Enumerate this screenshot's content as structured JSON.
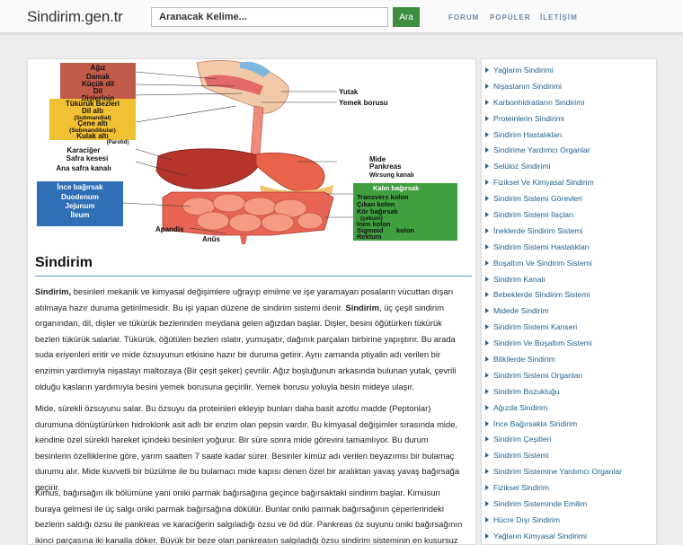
{
  "header": {
    "logo": "Sindirim.gen.tr",
    "search_placeholder": "Aranacak Kelime...",
    "search_button": "Ara",
    "nav": [
      "FORUM",
      "POPÜLER",
      "İLETİŞİM"
    ]
  },
  "diagram": {
    "labels_left": [
      "Ağız",
      "Damak",
      "Küçük dil",
      "Dil",
      "Dişlerinin",
      "Tükürük Bezleri",
      "Dil altı",
      "(Submandial)",
      "Çene altı",
      "(Submandibular)",
      "Kulak altı",
      "(Parotid)",
      "Karaciğer",
      "Safra kesesi",
      "Ana safra kanalı",
      "İnce bağırsak",
      "Duodenum",
      "Jejunum",
      "İleum"
    ],
    "labels_right": [
      "Yutak",
      "Yemek borusu",
      "Mide",
      "Pankreas",
      "Wirsung kanalı",
      "Kalın bağırsak",
      "Transvers kolon",
      "Çıkan kolon",
      "Kör bağırsak",
      "(çekum)",
      "İnen kolon",
      "Sigmoid",
      "kolon",
      "Rektum"
    ],
    "labels_bottom": [
      "Apandis",
      "Anüs"
    ]
  },
  "article": {
    "title": "Sindirim",
    "p1_lead": "Sindirim,",
    "p1_a": " besinleri mekanik ve kimyasal değişimlere uğrayıp emilme ve işe yaramayan posaların vücuttan dışarı atılmaya hazır duruma getirilmesidir. Bu işi yapan düzene de sindirim sistemi denir. ",
    "p1_bold": "Sindirim",
    "p1_b": ", üç çeşit sindirim organından, dil, dişler ve tükürük bezlerinden meydana gelen ağızdan başlar. Dişler, besini öğütürken tükürük bezleri tükürük salarlar. Tükürük, öğütülen bezleri ıslatır, yumuşatır, dağınık parçaları birbirine yapıştırır. Bu arada suda eriyenleri eritir ve mide özsuyunun etkisine hazır bir duruma getirir. Aynı zamanda ptiyalin adı verilen bir enzimin yardımıyla nişastayı maltozaya (Bir çeşit şeker) çevrilir. Ağız boşluğunun arkasında bulunan yutak, çevrili olduğu kasların yardımıyla besini yemek borusuna geçirilir. Yemek borusu yoluyla besin mideye ulaşır.",
    "p2": "Mide, sürekli özsuyunu salar. Bu özsuyu da proteinleri ekleyip bunları daha basit azotlu madde (Peptonlar) durumuna dönüştürürken hidroklorik asit adlı bir enzim olan pepsin vardır. Bu kimyasal değişimler sırasında mide, kendine özel sürekli hareket içindeki besinleri yoğurur. Bir süre sonra mide görevini tamamlıyor. Bu durum besinlerin özelliklerine göre, yarım saatten 7 saate kadar sürer. Besinler kimüz adı verilen beyazımsı bir bulamaç durumu alır. Mide kuvvetli bir büzülme ile bu bulamacı mide kapısı denen özel bir aralıktan yavaş yavaş bağırsağa geçirir.",
    "p3": "Kimus, bağırsağın ilk bölümüne yani oniki parmak bağırsağına geçince bağırsaktaki sindirim başlar. Kimusun buraya gelmesi ile üç salgı oniki parmak bağırsağına dökülür. Bunlar oniki parmak bağırsağının çeperlerindeki bezlerin saldığı özsu ile pankreas ve karaciğerin salgıladığı özsu ve öd dür. Pankreas öz suyunu oniki bağırsağının ikinci parçasına iki kanalla döker. Büyük bir beze olan pankreasın salgıladığı özsu sindirim sisteminin en kusursuz"
  },
  "sidebar": {
    "links": [
      "Yağların Sindirimi",
      "Nişastanın Sindirimi",
      "Karbonhidratların Sindirimi",
      "Proteinlerin Sindirimi",
      "Sindirim Hastalıkları",
      "Sindirime Yardımcı Organlar",
      "Selüloz Sindirimi",
      "Fiziksel Ve Kimyasal Sindirim",
      "Sindirim Sistemi Görevleri",
      "Sindirim Sistemi İlaçları",
      "İneklerde Sindirim Sistemi",
      "Sindirim Sistemi Hastalıkları",
      "Boşaltım Ve Sindirim Sistemi",
      "Sindirim Kanalı",
      "Bebeklerde Sindirim Sistemi",
      "Midede Sindirim",
      "Sindirim Sistemi Kanseri",
      "Sindirim Ve Boşaltım Sistemi",
      "Bitkilerde Sindirim",
      "Sindirim Sistemi Organları",
      "Sindirim Bozukluğu",
      "Ağızda Sindirim",
      "İnce Bağırsakta Sindirim",
      "Sindirim Çeşitleri",
      "Sindirim Sistemi",
      "Sindirim Sistemine Yardımcı Organlar",
      "Fiziksel Sindirim",
      "Sindirim Sisteminde Emilim",
      "Hücre Dışı Sindirim",
      "Yağların Kimyasal Sindirimi"
    ]
  },
  "colors": {
    "accent": "#3e8e41",
    "link": "#245f8a",
    "nav": "#6f8aa5",
    "rule": "#5aa1bb"
  }
}
